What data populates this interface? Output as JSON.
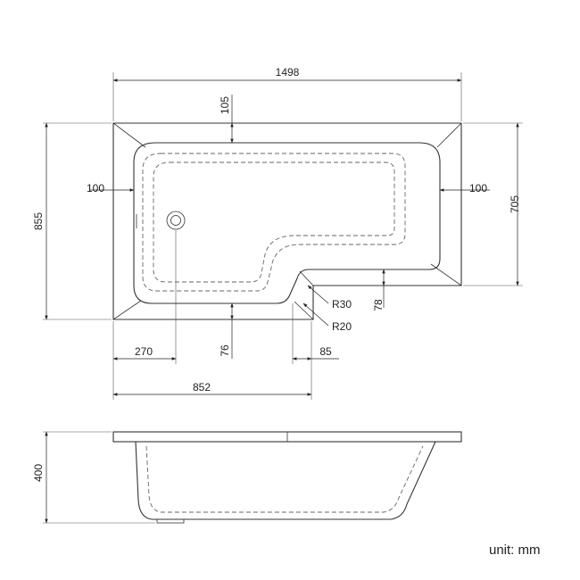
{
  "plan_view": {
    "overall_length": "1498",
    "rim_top": "105",
    "rim_left": "100",
    "rim_right": "100",
    "overall_width": "855",
    "narrow_width": "705",
    "radius_outer": "R30",
    "radius_inner": "R20",
    "step_depth": "78",
    "waste_offset": "270",
    "rim_bottom": "76",
    "corner_offset": "85",
    "wide_section_length": "852"
  },
  "side_view": {
    "height": "400"
  },
  "unit_label": "unit: mm"
}
